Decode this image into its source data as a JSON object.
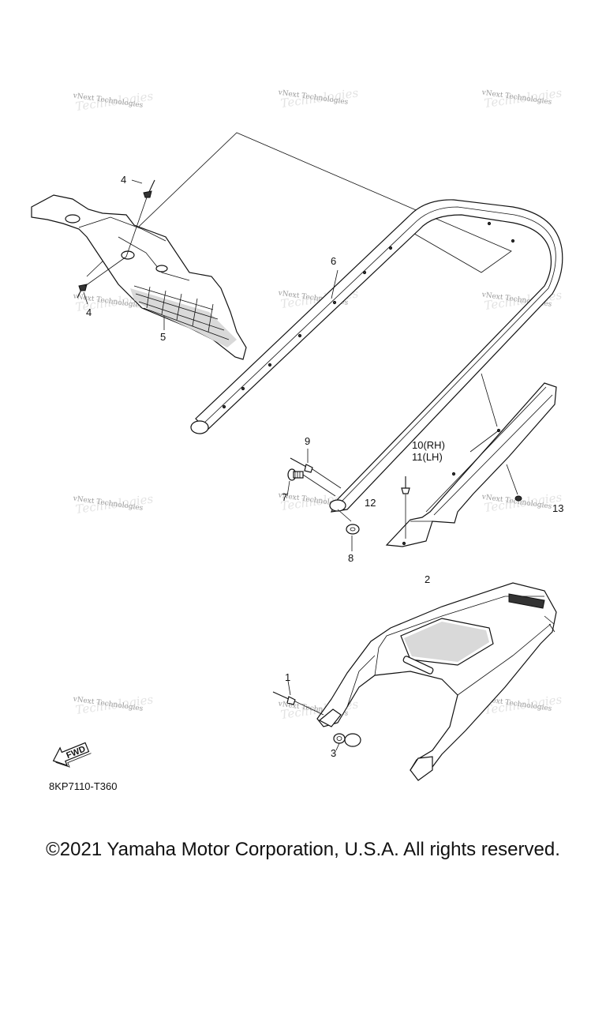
{
  "watermark_text": "vNext Technologies",
  "callouts": {
    "c1": "1",
    "c2": "2",
    "c3": "3",
    "c4a": "4",
    "c4b": "4",
    "c5": "5",
    "c6": "6",
    "c7": "7",
    "c8": "8",
    "c9": "9",
    "c10": "10(RH)",
    "c11": "11(LH)",
    "c12": "12",
    "c13": "13"
  },
  "fwd_label": "FWD",
  "reference_code": "8KP7110-T360",
  "copyright": "©2021 Yamaha Motor Corporation, U.S.A. All rights reserved."
}
